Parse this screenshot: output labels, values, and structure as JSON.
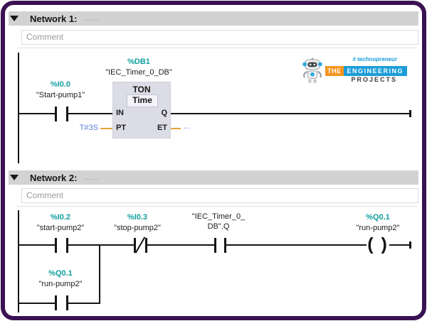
{
  "colors": {
    "frame_purple": "#3a1253",
    "operand_teal": "#119e9e",
    "param_blue": "#5f7ed8",
    "stub_orange": "#e9a13b",
    "header_gray": "#d2d2d2",
    "block_fill": "#dcdce6"
  },
  "net1": {
    "title": "Network 1:",
    "dots": "......",
    "comment": "Comment",
    "c1_addr": "%I0.0",
    "c1_name": "\"Start-pump1\"",
    "db_addr": "%DB1",
    "db_name": "\"IEC_Timer_0_DB\"",
    "block_type": "TON",
    "block_datatype": "Time",
    "pin_in": "IN",
    "pin_q": "Q",
    "pin_pt": "PT",
    "pin_et": "ET",
    "pt_value": "T#3S",
    "et_value": "..."
  },
  "net2": {
    "title": "Network 2:",
    "dots": "......",
    "comment": "Comment",
    "c1_addr": "%I0.2",
    "c1_name": "\"start-pump2\"",
    "c2_addr": "%I0.3",
    "c2_name": "\"stop-pump2\"",
    "c3_line1": "\"IEC_Timer_0_",
    "c3_line2": "DB\".Q",
    "coil_addr": "%Q0.1",
    "coil_name": "\"run-pump2\"",
    "b1_addr": "%Q0.1",
    "b1_name": "\"run-pump2\""
  },
  "logo": {
    "hashtag": "# technopreneur",
    "the": "THE",
    "engineering": "ENGINEERING",
    "projects": "PROJECTS"
  }
}
